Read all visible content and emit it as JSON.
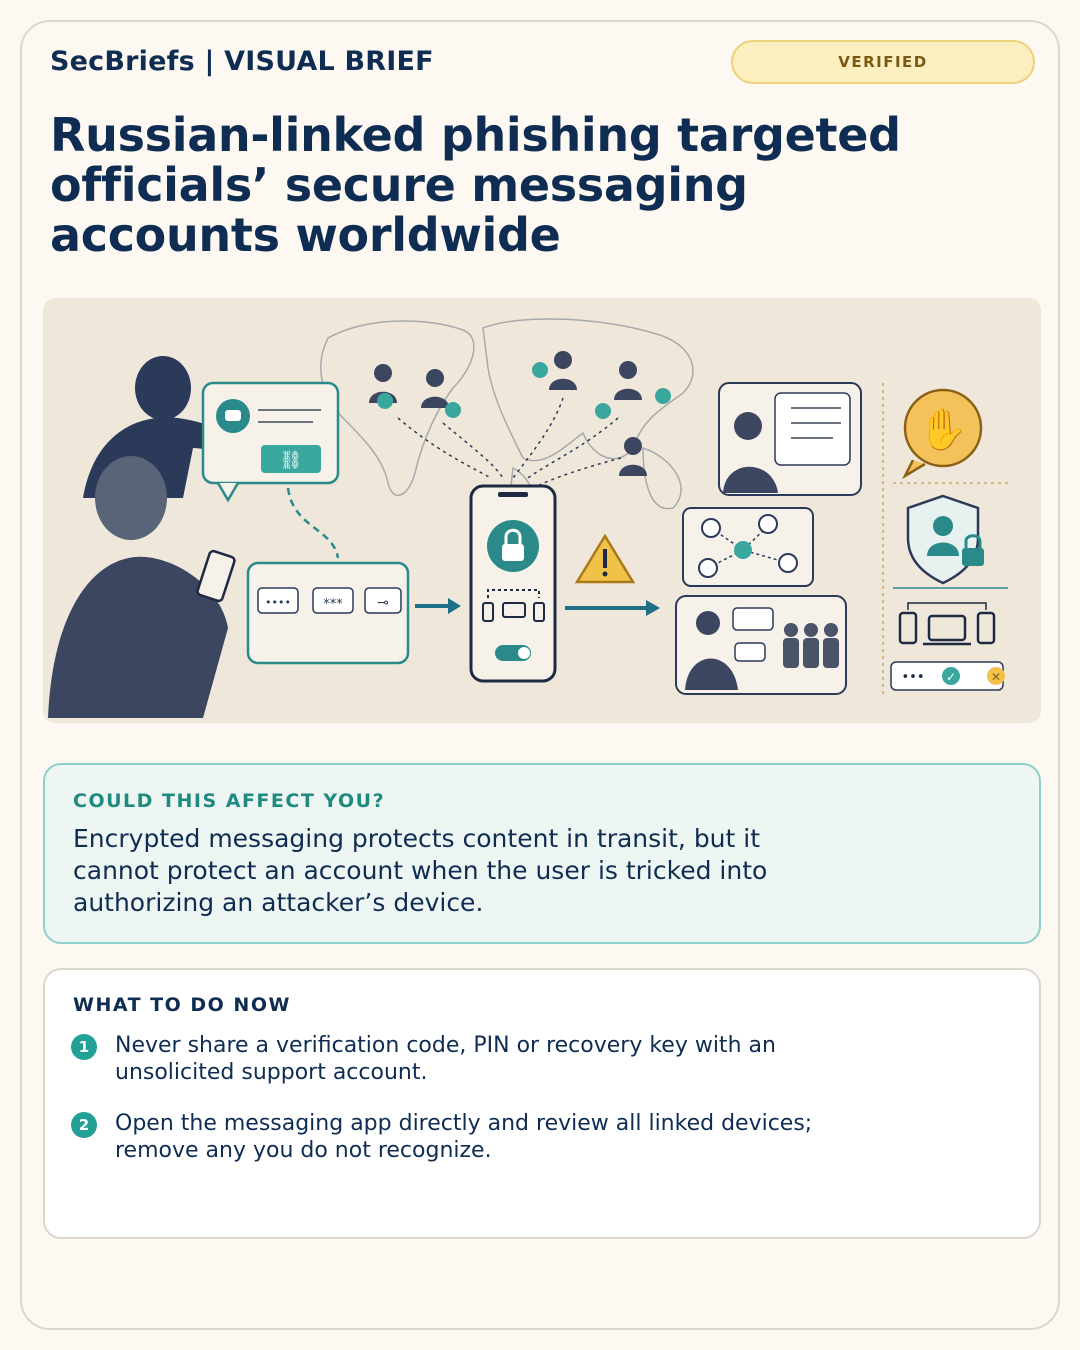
{
  "header": {
    "brand": "SecBriefs | VISUAL BRIEF",
    "badge": "VERIFIED"
  },
  "title": "Russian-linked phishing targeted officials’ secure messaging accounts worldwide",
  "illustration": {
    "icons": [
      "attacker-icon",
      "chat-bot-icon",
      "link-icon",
      "victim-phone-icon",
      "world-map",
      "official-avatar-icon",
      "lock-icon",
      "linked-devices-icon",
      "warning-icon",
      "network-icon",
      "stop-hand-icon",
      "shield-user-icon"
    ],
    "code_symbols": [
      "••••",
      "***",
      "⊸"
    ],
    "verify_row": [
      "•••",
      "✓",
      "✕"
    ]
  },
  "affect": {
    "heading": "COULD THIS AFFECT YOU?",
    "body": "Encrypted messaging protects content in transit, but it cannot protect an account when the user is tricked into authorizing an attacker’s device."
  },
  "todo": {
    "heading": "WHAT TO DO NOW",
    "steps": [
      {
        "num": "1",
        "text": "Never share a verification code, PIN or recovery key with an unsolicited support account."
      },
      {
        "num": "2",
        "text": "Open the messaging app directly and review all linked devices; remove any you do not recognize."
      }
    ]
  },
  "colors": {
    "navy": "#0f2d52",
    "teal": "#21a096",
    "badge_bg": "#fcefbf",
    "badge_border": "#ecd07a",
    "affect_bg": "#eef6f3",
    "affect_border": "#8fcfca",
    "warning": "#e0a020"
  }
}
